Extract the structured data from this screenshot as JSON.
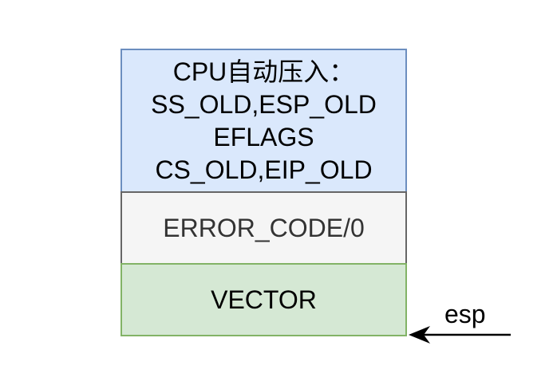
{
  "stack": {
    "cpu_block": {
      "lines": [
        "CPU自动压入：",
        "SS_OLD,ESP_OLD",
        "EFLAGS",
        "CS_OLD,EIP_OLD"
      ],
      "fill": "#dae8fc",
      "stroke": "#6c8ebf"
    },
    "error_block": {
      "label": "ERROR_CODE/0",
      "fill": "#f5f5f5",
      "stroke": "#666666"
    },
    "vector_block": {
      "label": "VECTOR",
      "fill": "#d5e8d4",
      "stroke": "#82b366"
    }
  },
  "pointer": {
    "label": "esp",
    "color": "#000000"
  }
}
